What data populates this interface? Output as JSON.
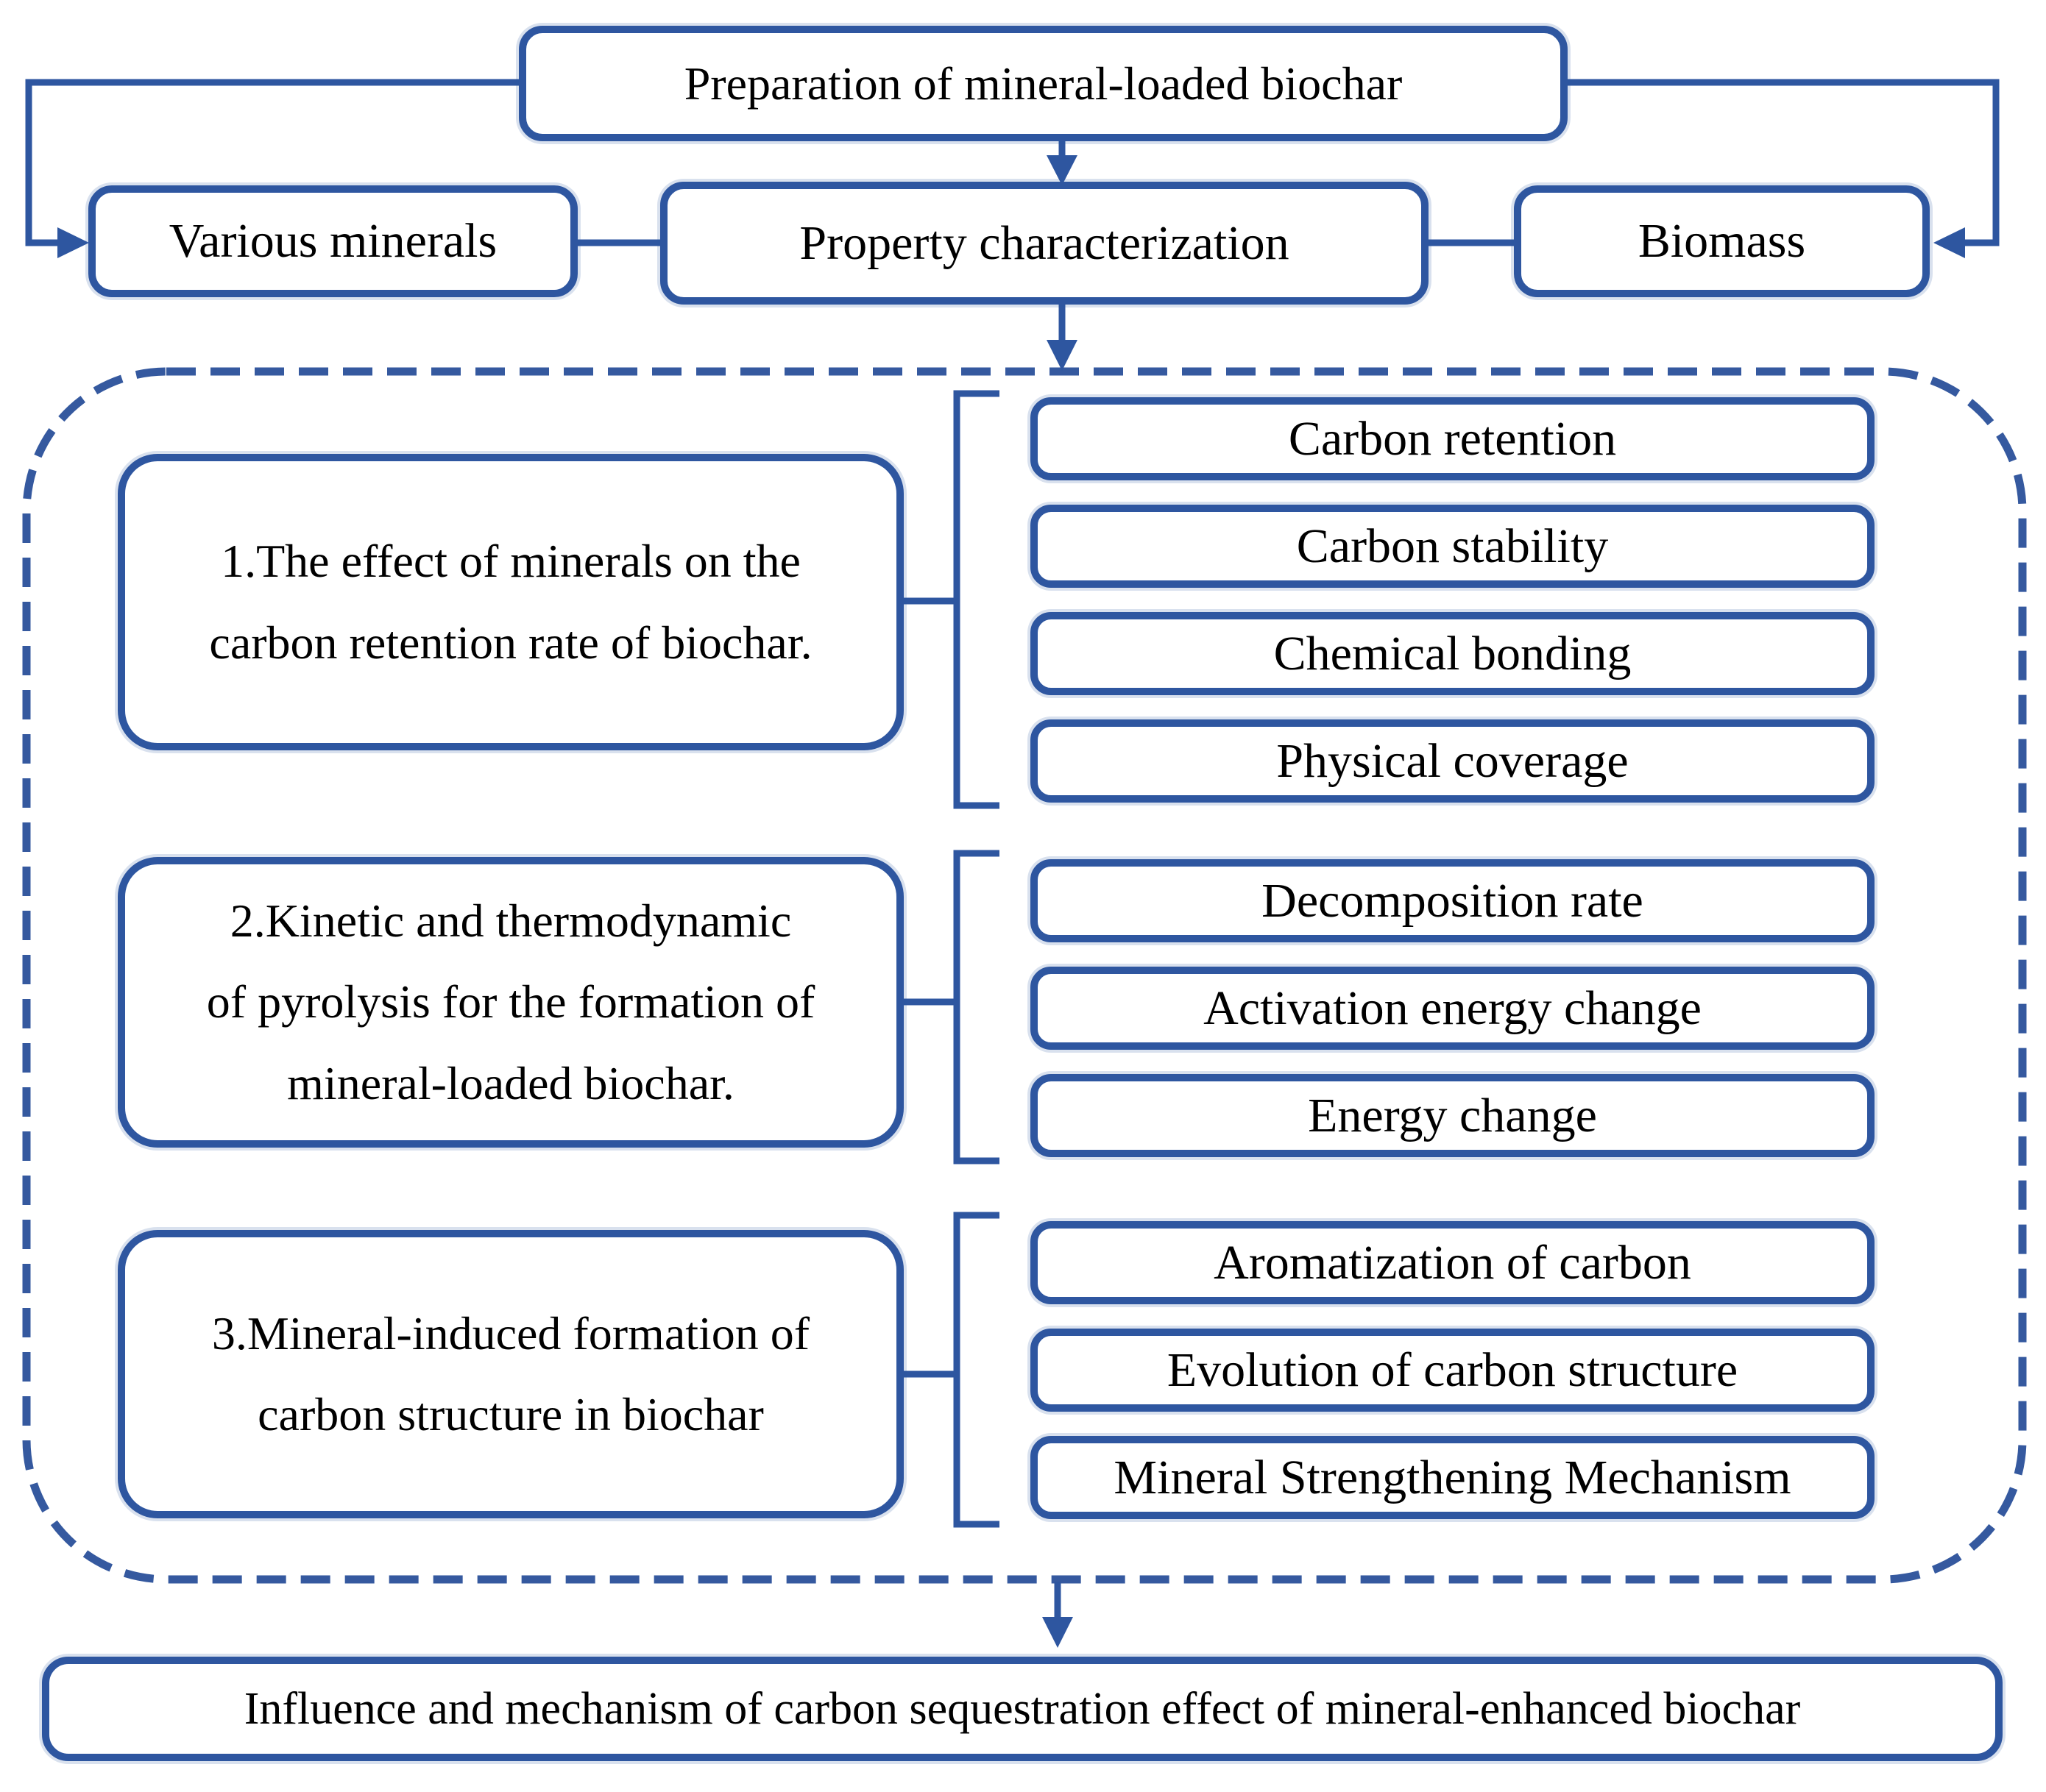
{
  "colors": {
    "accent": "#2e56a0",
    "dash": "#35599f",
    "text": "#000000",
    "background": "#ffffff"
  },
  "top_box": {
    "label": "Preparation of mineral-loaded biochar"
  },
  "row2": {
    "various_minerals": "Various minerals",
    "property_characterization": "Property characterization",
    "biomass": "Biomass"
  },
  "groups": [
    {
      "left": {
        "lines": [
          "1.The effect of minerals on the",
          "carbon retention rate of biochar."
        ]
      },
      "right": [
        "Carbon retention",
        "Carbon stability",
        "Chemical bonding",
        "Physical coverage"
      ]
    },
    {
      "left": {
        "lines": [
          "2.Kinetic and thermodynamic",
          "of pyrolysis for the formation of",
          "mineral-loaded biochar."
        ]
      },
      "right": [
        "Decomposition rate",
        "Activation energy change",
        "Energy change"
      ]
    },
    {
      "left": {
        "lines": [
          "3.Mineral-induced formation of",
          "carbon structure in biochar"
        ]
      },
      "right": [
        "Aromatization of carbon",
        "Evolution of carbon structure",
        "Mineral Strengthening Mechanism"
      ]
    }
  ],
  "bottom_box": {
    "label": "Influence and mechanism of carbon sequestration effect of mineral-enhanced biochar"
  }
}
